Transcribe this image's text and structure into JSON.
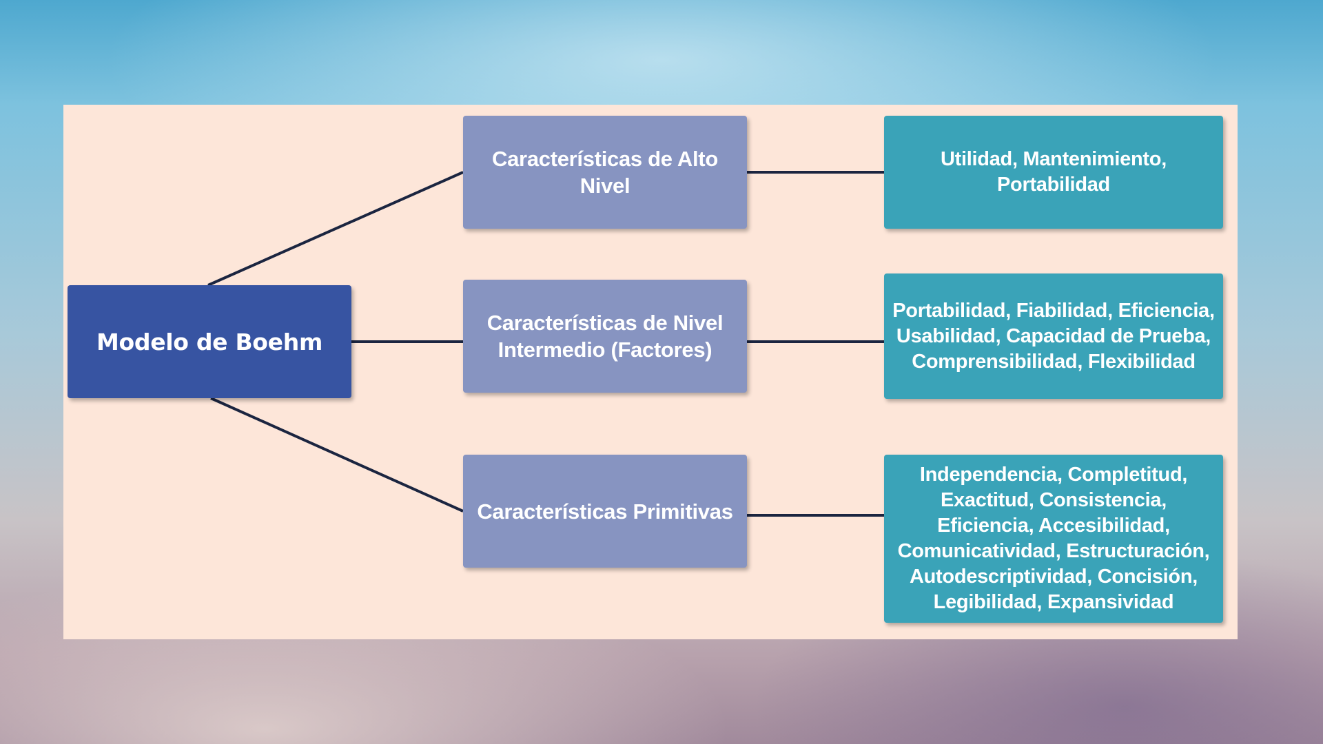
{
  "diagram": {
    "root": {
      "label": "Modelo de Boehm"
    },
    "levels": [
      {
        "label": "Características de Alto Nivel",
        "items": "Utilidad, Mantenimiento, Portabilidad"
      },
      {
        "label": "Características de Nivel Intermedio (Factores)",
        "items": "Portabilidad, Fiabilidad, Eficiencia, Usabilidad, Capacidad de Prueba, Comprensibilidad, Flexibilidad"
      },
      {
        "label": "Características Primitivas",
        "items": "Independencia, Completitud, Exactitud, Consistencia, Eficiencia, Accesibilidad, Comunicatividad, Estructuración, Autodescriptividad, Concisión, Legibilidad, Expansividad"
      }
    ]
  },
  "colors": {
    "panel_background": "#fde6d9",
    "root_box": "#3754a2",
    "level_box": "#8794c1",
    "detail_box": "#3aa3b8",
    "connector": "#1b2540"
  }
}
